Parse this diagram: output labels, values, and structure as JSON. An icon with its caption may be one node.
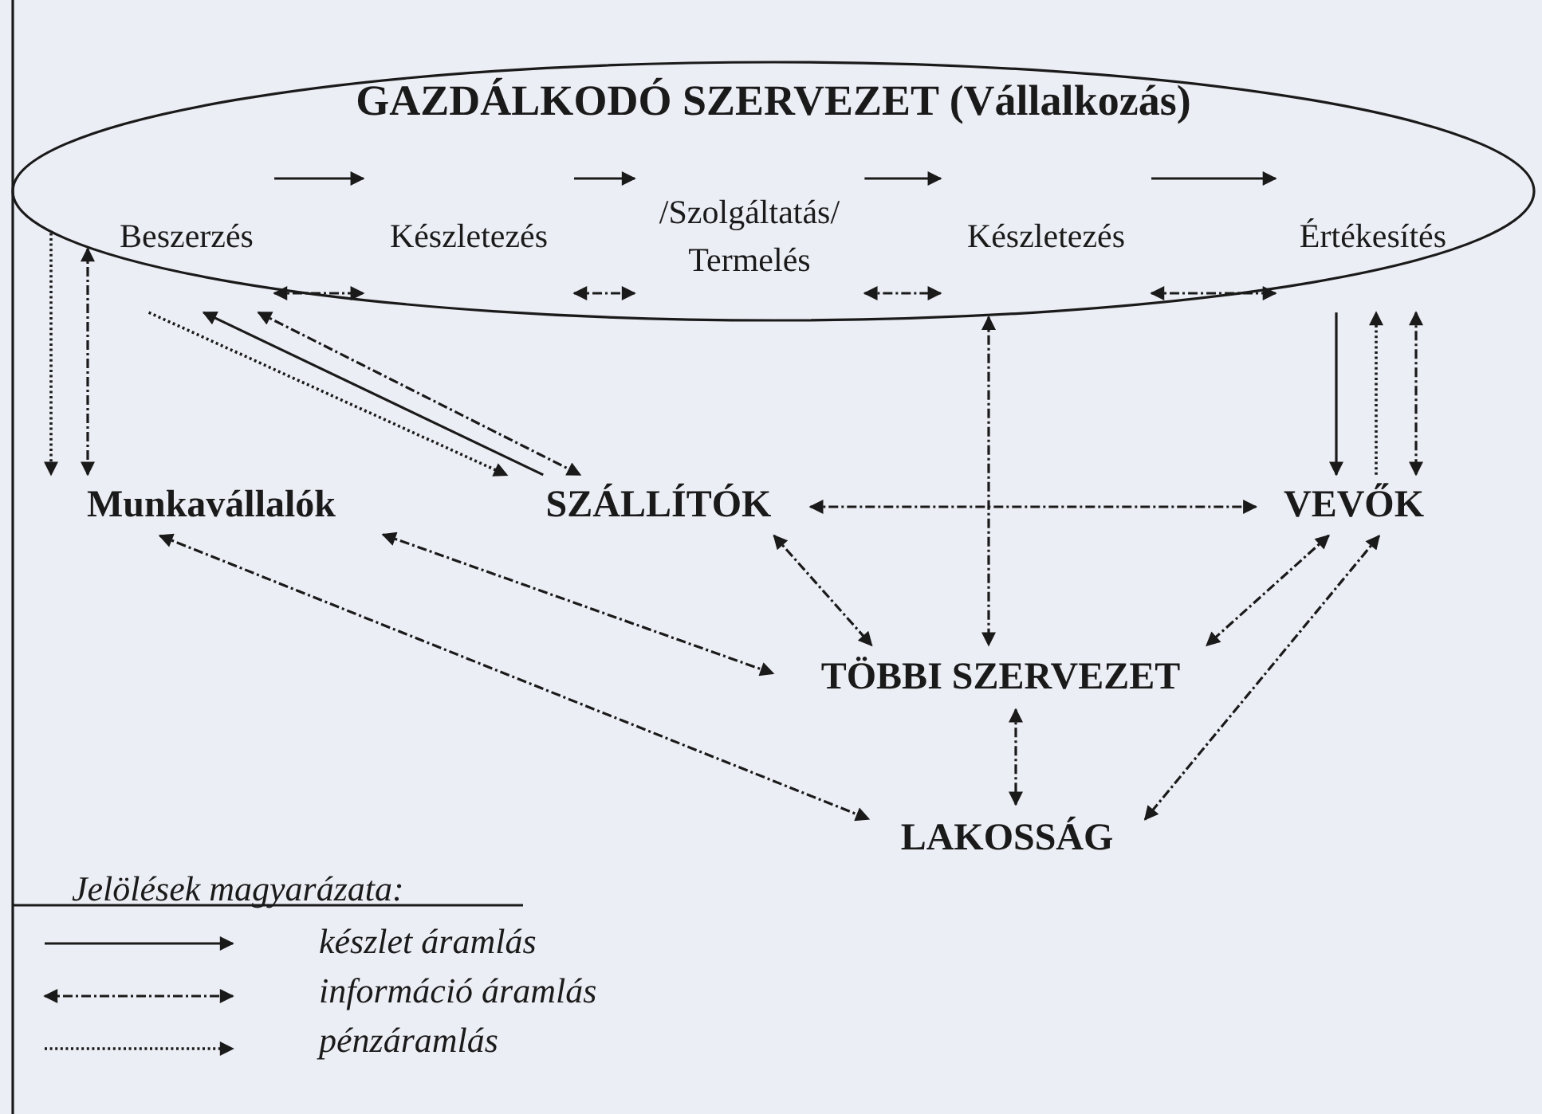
{
  "diagram": {
    "nodes": [
      {
        "text": [
          "GAZDÁLKODÓ SZERVEZET (Vállalkozás)"
        ]
      },
      {
        "text": [
          "Beszerzés"
        ],
        "in": 0
      },
      {
        "text": [
          "Készletezés"
        ],
        "in": 0
      },
      {
        "text": [
          "/Szolgáltatás/",
          "Termelés"
        ],
        "in": 0
      },
      {
        "text": [
          "Készletezés"
        ],
        "in": 0
      },
      {
        "text": [
          "Értékesítés"
        ],
        "in": 0
      },
      {
        "text": [
          "Munkavállalók"
        ]
      },
      {
        "text": [
          "SZÁLLÍTÓK"
        ]
      },
      {
        "text": [
          "VEVŐK"
        ]
      },
      {
        "text": [
          "TÖBBI SZERVEZET"
        ]
      },
      {
        "text": [
          "LAKOSSÁG"
        ]
      }
    ],
    "edges": [
      {
        "from": 1,
        "to": 2,
        "arrow": "to"
      },
      {
        "from": 2,
        "to": 3,
        "arrow": "to"
      },
      {
        "from": 3,
        "to": 4,
        "arrow": "to"
      },
      {
        "from": 4,
        "to": 5,
        "arrow": "to"
      },
      {
        "from": 1,
        "to": 2,
        "arrow": "both",
        "style": "dashed"
      },
      {
        "from": 2,
        "to": 3,
        "arrow": "both",
        "style": "dashed"
      },
      {
        "from": 3,
        "to": 4,
        "arrow": "both",
        "style": "dashed"
      },
      {
        "from": 4,
        "to": 5,
        "arrow": "both",
        "style": "dashed"
      },
      {
        "from": 0,
        "to": 6,
        "arrow": "to",
        "style": "dashed"
      },
      {
        "from": 0,
        "to": 6,
        "arrow": "both",
        "style": "dashed"
      },
      {
        "from": 1,
        "to": 7,
        "arrow": "to",
        "style": "dashed"
      },
      {
        "from": 7,
        "to": 1,
        "arrow": "to"
      },
      {
        "from": 1,
        "to": 7,
        "arrow": "both",
        "style": "dashed"
      },
      {
        "from": 0,
        "to": 9,
        "arrow": "both",
        "style": "dashed"
      },
      {
        "from": 5,
        "to": 8,
        "arrow": "to"
      },
      {
        "from": 8,
        "to": 5,
        "arrow": "to",
        "style": "dashed"
      },
      {
        "from": 5,
        "to": 8,
        "arrow": "both",
        "style": "dashed"
      },
      {
        "from": 7,
        "to": 8,
        "arrow": "both",
        "style": "dashed"
      },
      {
        "from": 6,
        "to": 9,
        "arrow": "both",
        "style": "dashed"
      },
      {
        "from": 7,
        "to": 9,
        "arrow": "both",
        "style": "dashed"
      },
      {
        "from": 6,
        "to": 10,
        "arrow": "both",
        "style": "dashed"
      },
      {
        "from": 8,
        "to": 9,
        "arrow": "both",
        "style": "dashed"
      },
      {
        "from": 8,
        "to": 10,
        "arrow": "both",
        "style": "dashed"
      },
      {
        "from": 9,
        "to": 10,
        "arrow": "both",
        "style": "dashed"
      }
    ],
    "labels": [
      "Jelölések magyarázata:"
    ],
    "legend": [
      {
        "text": "készlet áramlás"
      },
      {
        "text": "információ áramlás"
      },
      {
        "text": "pénzáramlás"
      }
    ]
  }
}
